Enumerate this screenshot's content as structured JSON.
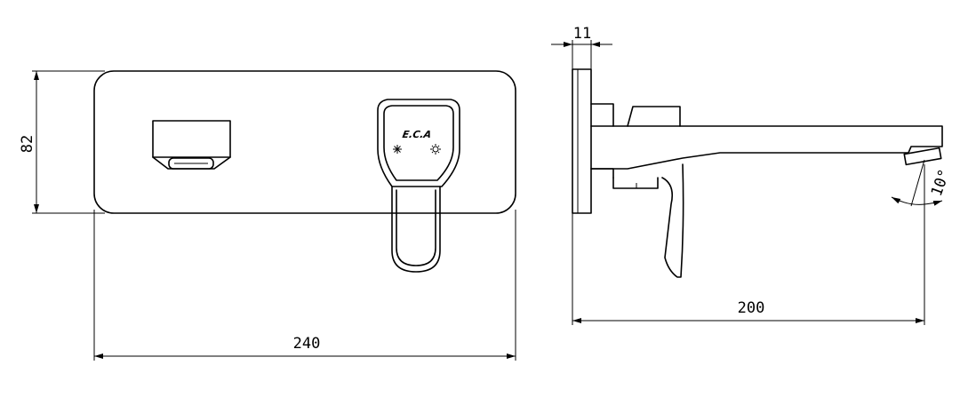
{
  "dimensions": {
    "height": "82",
    "width": "240",
    "thickness": "11",
    "spout_length": "200",
    "angle": "10°"
  },
  "brand": "E.C.A",
  "colors": {
    "line": "#000000",
    "background": "#ffffff"
  }
}
